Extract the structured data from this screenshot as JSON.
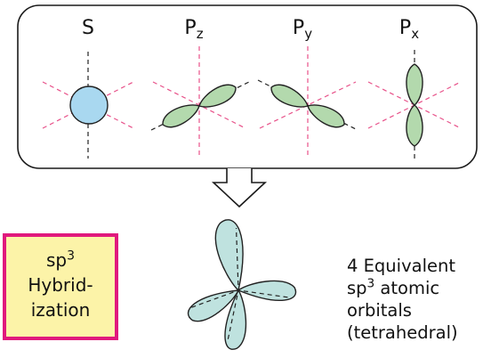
{
  "orbitals": {
    "s_label": "S",
    "pz_main": "P",
    "pz_sub": "z",
    "py_main": "P",
    "py_sub": "y",
    "px_main": "P",
    "px_sub": "x"
  },
  "hybrid_box": {
    "line1_base": "sp",
    "line1_sup": "3",
    "line2": "Hybrid-",
    "line3": "ization"
  },
  "description": {
    "line1": "4 Equivalent",
    "line2_base": "sp",
    "line2_sup": "3",
    "line2_rest": " atomic",
    "line3": "orbitals",
    "line4": "(tetrahedral)"
  },
  "colors": {
    "s_fill": "#a9d8f0",
    "p_fill": "#b3d9ad",
    "hybrid_fill": "#bfe2df",
    "axis_pink": "#e8528a",
    "box_border": "#e0197d",
    "box_fill": "#fcf3a8"
  }
}
